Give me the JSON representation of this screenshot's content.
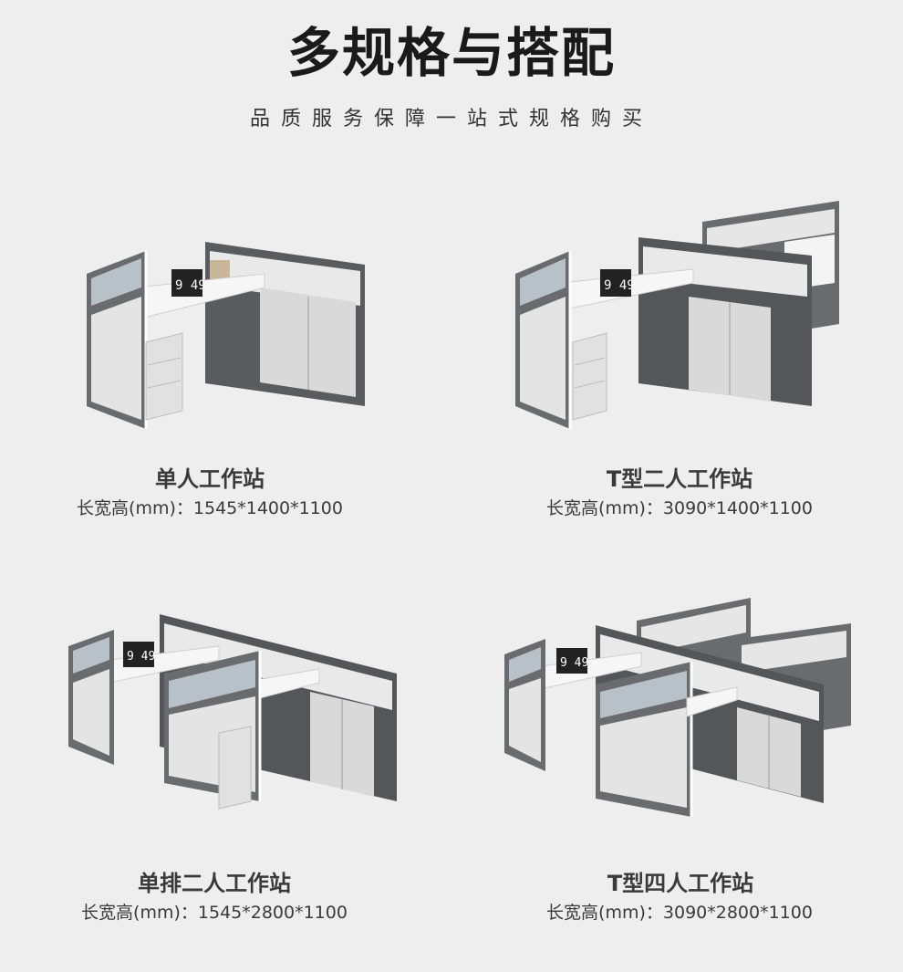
{
  "header": {
    "title": "多规格与搭配",
    "subtitle": "品质服务保障一站式规格购买"
  },
  "colors": {
    "background": "#eeeeee",
    "dark_panel": "#5a5b5e",
    "light_panel": "#e4e4e4",
    "desk_top": "#f4f4f4",
    "glass": "#b9c1c8"
  },
  "products": [
    {
      "name": "单人工作站",
      "dimensions": "长宽高(mm)：1545*1400*1100",
      "monitor_clock": "9 49"
    },
    {
      "name": "T型二人工作站",
      "dimensions": "长宽高(mm)：3090*1400*1100",
      "monitor_clock": "9 49"
    },
    {
      "name": "单排二人工作站",
      "dimensions": "长宽高(mm)：1545*2800*1100",
      "monitor_clock": "9 49"
    },
    {
      "name": "T型四人工作站",
      "dimensions": "长宽高(mm)：3090*2800*1100",
      "monitor_clock": "9 49"
    }
  ]
}
